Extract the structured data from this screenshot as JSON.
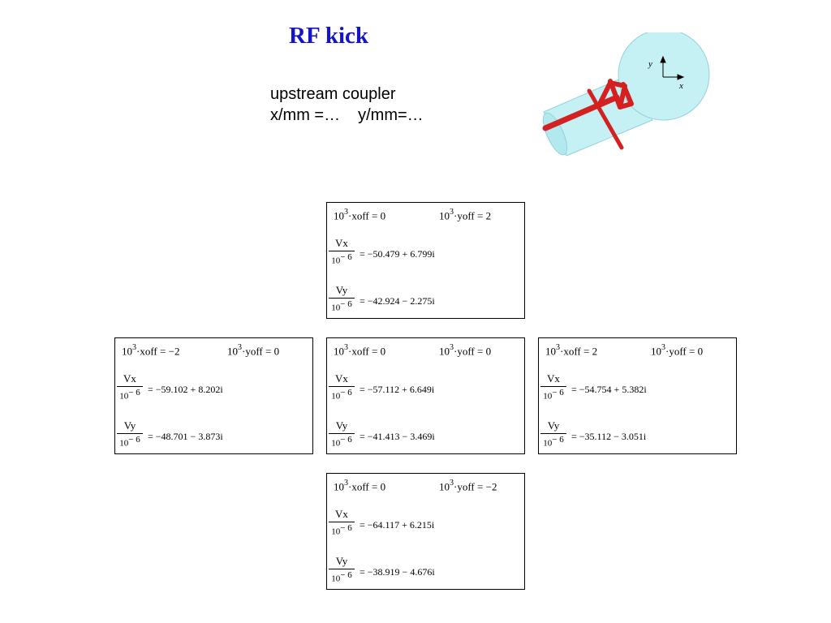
{
  "title": "RF kick",
  "subtitle": {
    "line1": "upstream coupler",
    "x_label": "x/mm =…",
    "y_label": "y/mm=…"
  },
  "diagram": {
    "axis_y": "y",
    "axis_x": "x",
    "colors": {
      "cavity": "#c5f0f4",
      "cavity_edge": "#8fd3dc",
      "coupler": "#d42020"
    }
  },
  "common": {
    "exp": "3",
    "mul": "10",
    "xoff_word": "·xoff",
    "yoff_word": "·yoff",
    "num_x": "Vx",
    "num_y": "Vy",
    "den_base": "10",
    "den_exp": "− 6"
  },
  "boxes": {
    "top": {
      "xoff": "0",
      "yoff": "2",
      "vx": "−50.479 + 6.799i",
      "vy": "−42.924 − 2.275i"
    },
    "left": {
      "xoff": "−2",
      "yoff": "0",
      "vx": "−59.102 + 8.202i",
      "vy": "−48.701 − 3.873i"
    },
    "center": {
      "xoff": "0",
      "yoff": "0",
      "vx": "−57.112 + 6.649i",
      "vy": "−41.413 − 3.469i"
    },
    "right": {
      "xoff": "2",
      "yoff": "0",
      "vx": "−54.754 + 5.382i",
      "vy": "−35.112 − 3.051i"
    },
    "bottom": {
      "xoff": "0",
      "yoff": "−2",
      "vx": "−64.117 + 6.215i",
      "vy": "−38.919 − 4.676i"
    }
  }
}
